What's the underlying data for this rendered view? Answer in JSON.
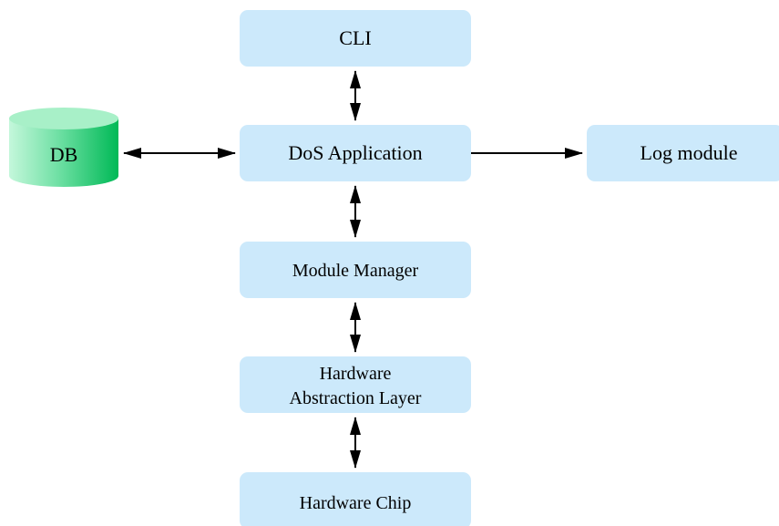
{
  "diagram": {
    "nodes": {
      "cli": {
        "label": "CLI"
      },
      "dos_app": {
        "label": "DoS Application"
      },
      "log_module": {
        "label": "Log module"
      },
      "db": {
        "label": "DB"
      },
      "module_manager": {
        "label": "Module Manager"
      },
      "hal": {
        "line1": "Hardware",
        "line2": "Abstraction Layer"
      },
      "hw_chip": {
        "label": "Hardware Chip"
      }
    },
    "edges": [
      {
        "from": "CLI",
        "to": "DoS Application",
        "direction": "bidirectional"
      },
      {
        "from": "DB",
        "to": "DoS Application",
        "direction": "bidirectional"
      },
      {
        "from": "DoS Application",
        "to": "Log module",
        "direction": "one-way"
      },
      {
        "from": "DoS Application",
        "to": "Module Manager",
        "direction": "bidirectional"
      },
      {
        "from": "Module Manager",
        "to": "Hardware Abstraction Layer",
        "direction": "bidirectional"
      },
      {
        "from": "Hardware Abstraction Layer",
        "to": "Hardware Chip",
        "direction": "bidirectional"
      }
    ],
    "colors": {
      "box_fill": "#cce9fb",
      "db_top": "#a8f0c8",
      "db_side_light": "#b8f5d2",
      "db_side_dark": "#00c060",
      "arrow": "#000000",
      "text": "#000000"
    }
  }
}
